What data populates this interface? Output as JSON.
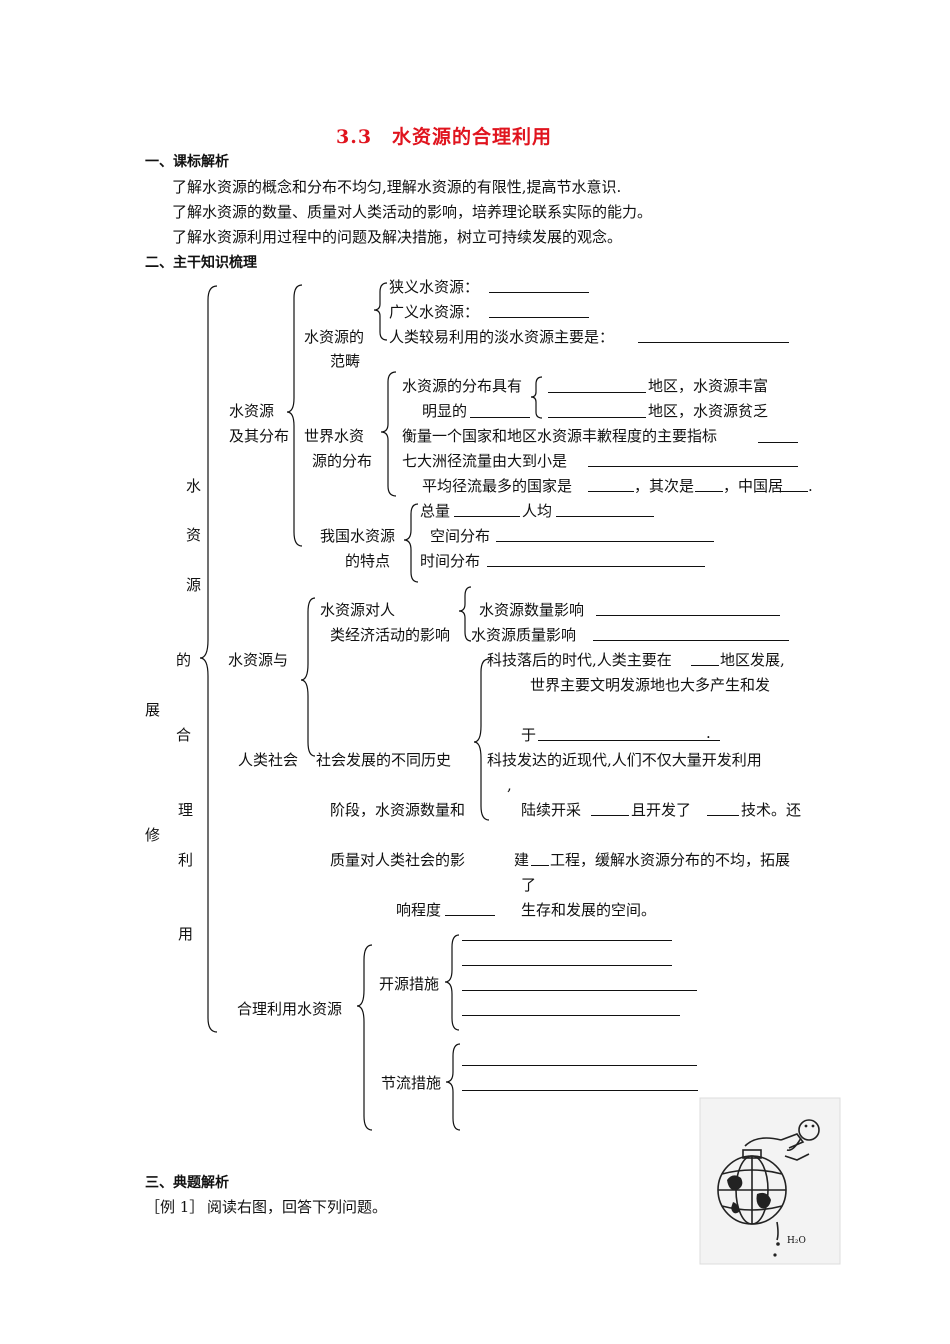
{
  "title": "3.3　水资源的合理利用",
  "sections": {
    "s1": "一、课标解析",
    "s2": "二、主干知识梳理",
    "s3": "三、典题解析"
  },
  "standards": [
    "了解水资源的概念和分布不均匀,理解水资源的有限性,提高节水意识.",
    "了解水资源的数量、质量对人类活动的影响，培养理论联系实际的能力。",
    "了解水资源利用过程中的问题及解决措施，树立可持续发展的观念。"
  ],
  "tree": {
    "root_chars": [
      "水",
      "资",
      "源",
      "的",
      "合",
      "理",
      "利",
      "用"
    ],
    "side_chars": [
      "展",
      "修"
    ],
    "a": {
      "label1": "水资源",
      "label2": "及其分布",
      "scope1": "水资源的",
      "scope2": "范畴",
      "narrow": "狭义水资源：",
      "broad": "广义水资源：",
      "fresh": "人类较易利用的淡水资源主要是：",
      "world1": "世界水资",
      "world2": "源的分布",
      "dist1": "水资源的分布具有",
      "dist2": "明显的",
      "rich": "地区，水资源丰富",
      "poor": "地区，水资源贫乏",
      "measure": "衡量一个国家和地区水资源丰歉程度的主要指标",
      "seven": "七大洲径流量由大到小是",
      "avg1": "平均径流最多的国家是",
      "avg2": "，其次是",
      "avg3": "，中国居",
      "avg4": ".",
      "china1": "我国水资源",
      "china2": "的特点",
      "total": "总量",
      "percap": "人均",
      "space": "空间分布",
      "time": "时间分布"
    },
    "b": {
      "label1": "水资源与",
      "label2": "人类社会",
      "econ1": "水资源对人",
      "econ2": "类经济活动的影响",
      "qty": "水资源数量影响",
      "qual": "水资源质量影响",
      "hist1": "社会发展的不同历史",
      "hist2": "阶段，水资源数量和",
      "hist3": "质量对人类社会的影",
      "hist4": "响程度",
      "ancient1a": "科技落后的时代,人类主要在",
      "ancient1b": "地区发展,",
      "ancient2": "世界主要文明发源地也大多产生和发",
      "ancient3a": "于",
      "ancient3b": ".",
      "modern1": "科技发达的近现代,人们不仅大量开发利用",
      "comma": ",",
      "modern2a": "陆续开采",
      "modern2b": "且开发了",
      "modern2c": "技术。还",
      "modern3a": "建",
      "modern3b": "工程，缓解水资源分布的不均，拓展",
      "modern3c": "了",
      "modern4": "生存和发展的空间。"
    },
    "c": {
      "label": "合理利用水资源",
      "open": "开源措施",
      "save": "节流措施"
    }
  },
  "example": {
    "tag": "［例 1］",
    "text": "阅读右图，回答下列问题。"
  },
  "figure": {
    "icon": "globe-water-tap-cartoon",
    "label": "H₂O"
  }
}
